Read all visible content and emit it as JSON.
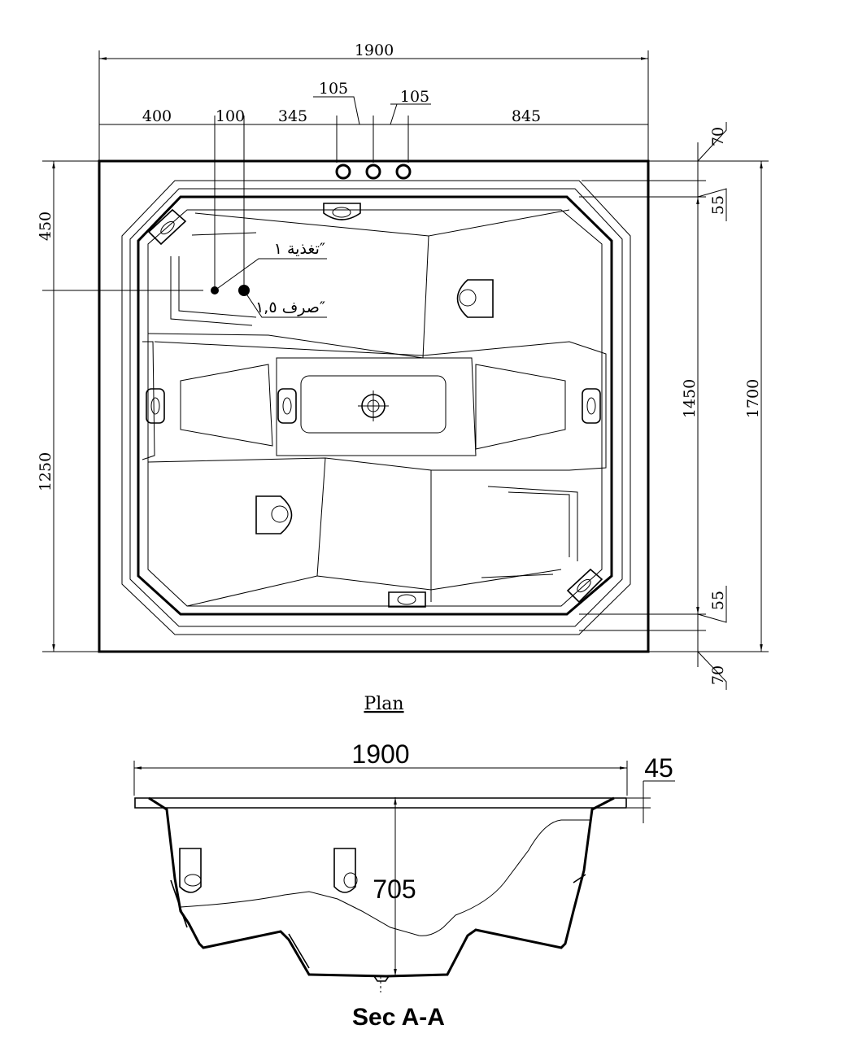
{
  "plan": {
    "title": "Plan",
    "dims": {
      "overall_width": "1900",
      "pipe_gap_left": "105",
      "pipe_gap_right": "105",
      "seg_400": "400",
      "seg_100": "100",
      "seg_345": "345",
      "seg_845": "845",
      "top_rim": "70",
      "top_inner": "55",
      "left_450": "450",
      "left_1250": "1250",
      "inner_height": "1450",
      "overall_height": "1700",
      "bottom_inner": "55",
      "bottom_rim": "70"
    },
    "notes": {
      "supply": "تغذية ١″",
      "drain": "صرف ١,٥″"
    }
  },
  "section": {
    "title": "Sec  A-A",
    "dims": {
      "width": "1900",
      "rim": "45",
      "depth": "705"
    }
  }
}
